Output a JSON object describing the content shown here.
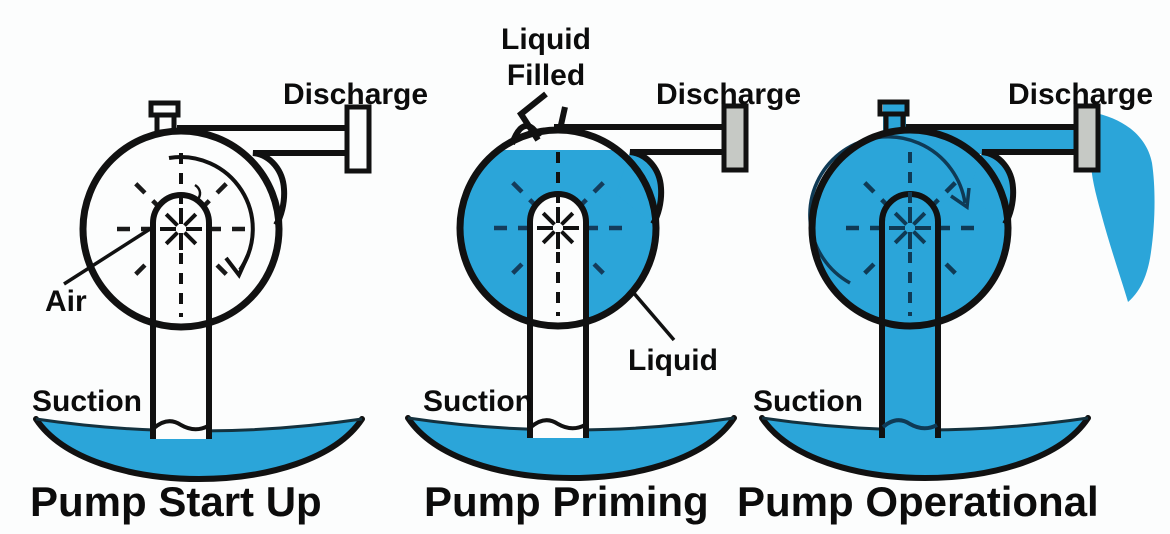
{
  "colors": {
    "liquid": "#2BA5D9",
    "outline": "#111111",
    "flange_gray": "#C6C9C5",
    "impeller_dark": "#0F3A55",
    "text": "#0C0C0C",
    "background": "#FCFDFD"
  },
  "panels": [
    {
      "caption": "Pump Start Up",
      "discharge_label": "Discharge",
      "suction_label": "Suction",
      "air_label": "Air"
    },
    {
      "caption": "Pump Priming",
      "discharge_label": "Discharge",
      "suction_label": "Suction",
      "liquid_label": "Liquid",
      "fill_port_label_line1": "Liquid",
      "fill_port_label_line2": "Filled"
    },
    {
      "caption": "Pump Operational",
      "discharge_label": "Discharge",
      "suction_label": "Suction"
    }
  ]
}
